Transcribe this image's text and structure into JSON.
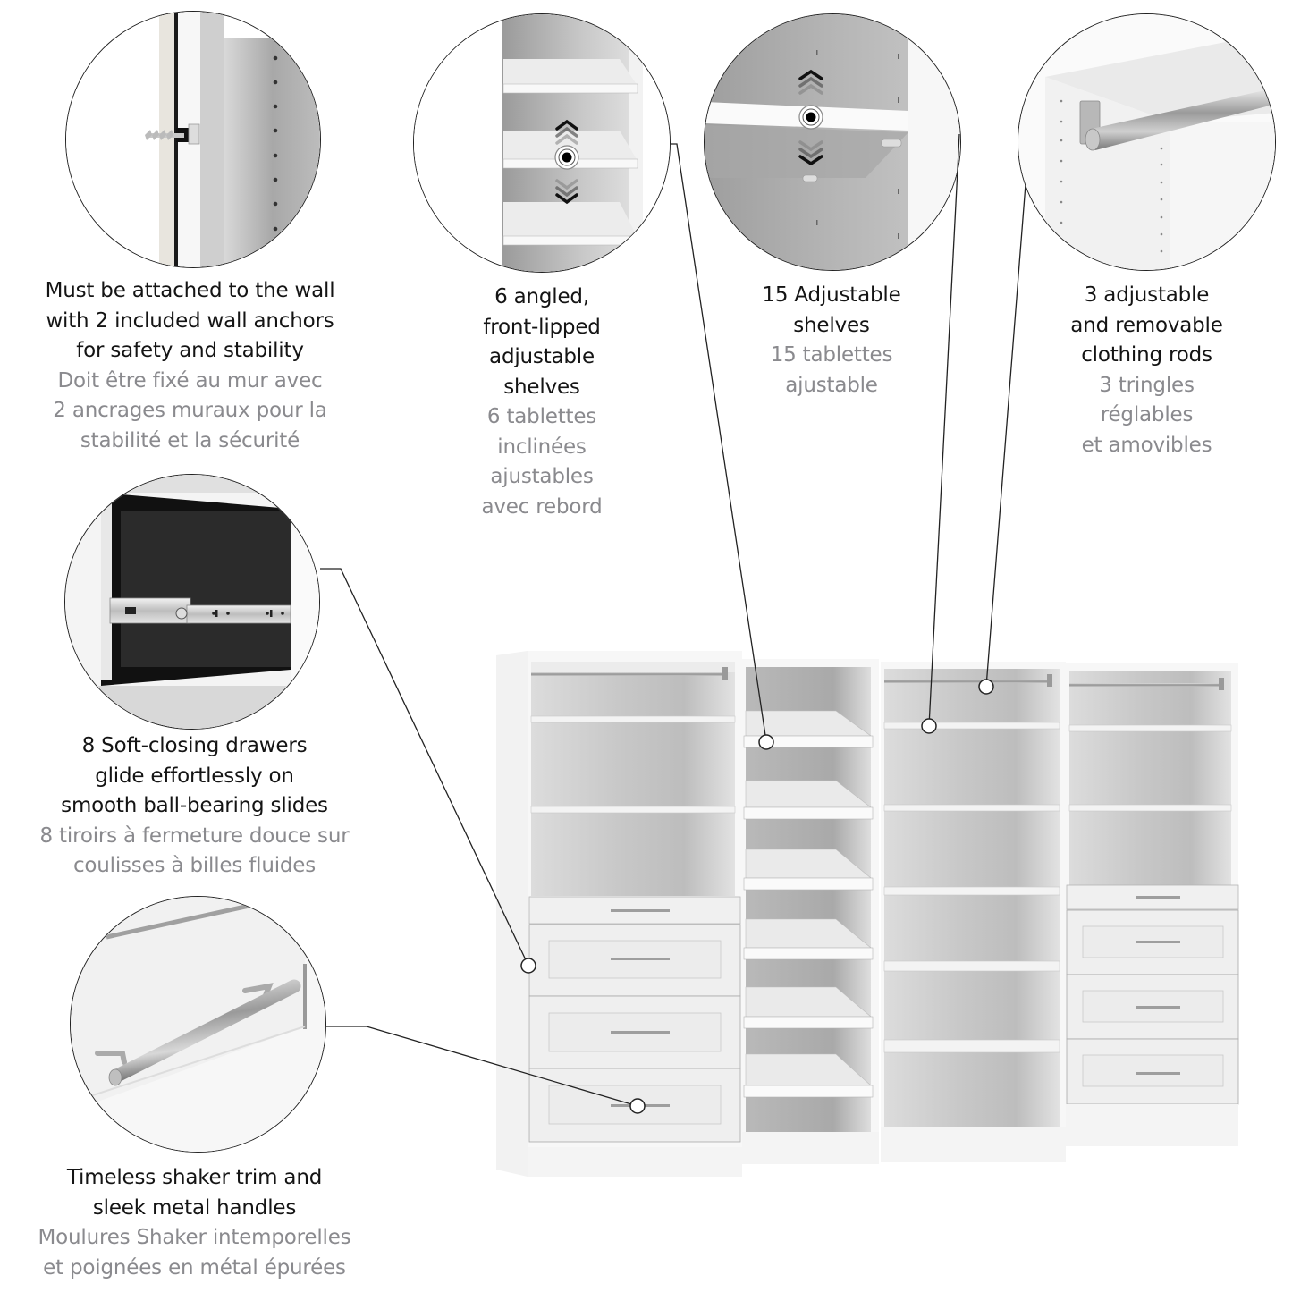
{
  "features": [
    {
      "id": "wall-anchor",
      "icon": "wall-anchor-screw-icon",
      "en": [
        "Must be attached to the wall",
        "with 2 included wall anchors",
        "for safety and stability"
      ],
      "fr": [
        "Doit être fixé au mur avec",
        "2 ancrages muraux pour la",
        "stabilité et la sécurité"
      ]
    },
    {
      "id": "angled-shelves",
      "icon": "angled-shelf-adjust-icon",
      "en": [
        "6 angled,",
        "front-lipped",
        "adjustable",
        "shelves"
      ],
      "fr": [
        "6 tablettes",
        "inclinées",
        "ajustables",
        "avec rebord"
      ]
    },
    {
      "id": "adjustable-shelves",
      "icon": "shelf-adjust-icon",
      "en": [
        "15 Adjustable",
        "shelves"
      ],
      "fr": [
        "15 tablettes",
        "ajustable"
      ]
    },
    {
      "id": "clothing-rods",
      "icon": "clothing-rod-icon",
      "en": [
        "3 adjustable",
        "and removable",
        "clothing rods"
      ],
      "fr": [
        "3 tringles",
        "réglables",
        "et amovibles"
      ]
    },
    {
      "id": "soft-close-drawers",
      "icon": "drawer-slide-icon",
      "en": [
        "8 Soft-closing drawers",
        "glide effortlessly on",
        "smooth ball-bearing slides"
      ],
      "fr": [
        "8 tiroirs à fermeture douce sur",
        "coulisses à billes fluides"
      ]
    },
    {
      "id": "shaker-handles",
      "icon": "metal-handle-icon",
      "en": [
        "Timeless shaker trim and",
        "sleek metal handles"
      ],
      "fr": [
        "Moulures Shaker intemporelles",
        "et poignées en métal épurées"
      ]
    }
  ],
  "colors": {
    "text_primary": "#141414",
    "text_secondary": "#8a8a8e",
    "furniture_white": "#f4f4f4",
    "callout_line": "#222222"
  }
}
